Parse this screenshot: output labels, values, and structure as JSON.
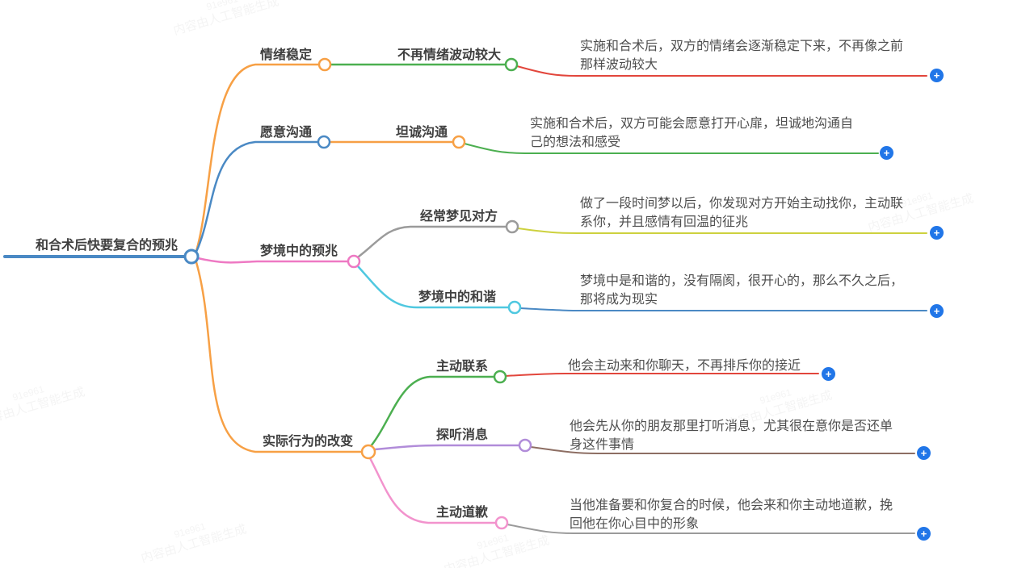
{
  "root": {
    "label": "和合术后快要复合的预兆"
  },
  "branches": {
    "emotion": {
      "label": "情绪稳定",
      "child": {
        "label": "不再情绪波动较大",
        "leaf_lines": [
          "实施和合术后，双方的情绪会逐渐稳定下来，不再像之前",
          "那样波动较大"
        ]
      }
    },
    "communicate": {
      "label": "愿意沟通",
      "child": {
        "label": "坦诚沟通",
        "leaf_lines": [
          "实施和合术后，双方可能会愿意打开心扉，坦诚地沟通自",
          "己的想法和感受"
        ]
      }
    },
    "dream": {
      "label": "梦境中的预兆",
      "children": {
        "often": {
          "label": "经常梦见对方",
          "leaf_lines": [
            "做了一段时间梦以后，你发现对方开始主动找你，主动联",
            "系你，并且感情有回温的征兆"
          ]
        },
        "harmony": {
          "label": "梦境中的和谐",
          "leaf_lines": [
            "梦境中是和谐的，没有隔阂，很开心的，那么不久之后，",
            "那将成为现实"
          ]
        }
      }
    },
    "behavior": {
      "label": "实际行为的改变",
      "children": {
        "contact": {
          "label": "主动联系",
          "leaf_lines": [
            "他会主动来和你聊天，不再排斥你的接近"
          ]
        },
        "inquire": {
          "label": "探听消息",
          "leaf_lines": [
            "他会先从你的朋友那里打听消息，尤其很在意你是否还单",
            "身这件事情"
          ]
        },
        "apologize": {
          "label": "主动道歉",
          "leaf_lines": [
            "当他准备要和你复合的时候，他会来和你主动地道歉，挽",
            "回他在你心目中的形象"
          ]
        }
      }
    }
  },
  "add_button_label": "+",
  "watermark": {
    "id": "91e961",
    "text": "内容由人工智能生成"
  },
  "colors": {
    "blue": "#4a89c4",
    "orange": "#f7a045",
    "green": "#4caf50",
    "red": "#e2463c",
    "pink": "#ee79c3",
    "lightpink": "#f293cd",
    "gray": "#9b9b9b",
    "olive": "#cdd13e",
    "cyan": "#4fc8e0",
    "purple": "#b18cd9",
    "brown": "#8d6e63",
    "plus_blue": "#2176e8",
    "label_text": "#3f3f3f",
    "leaf_text": "#4e4e4e"
  }
}
